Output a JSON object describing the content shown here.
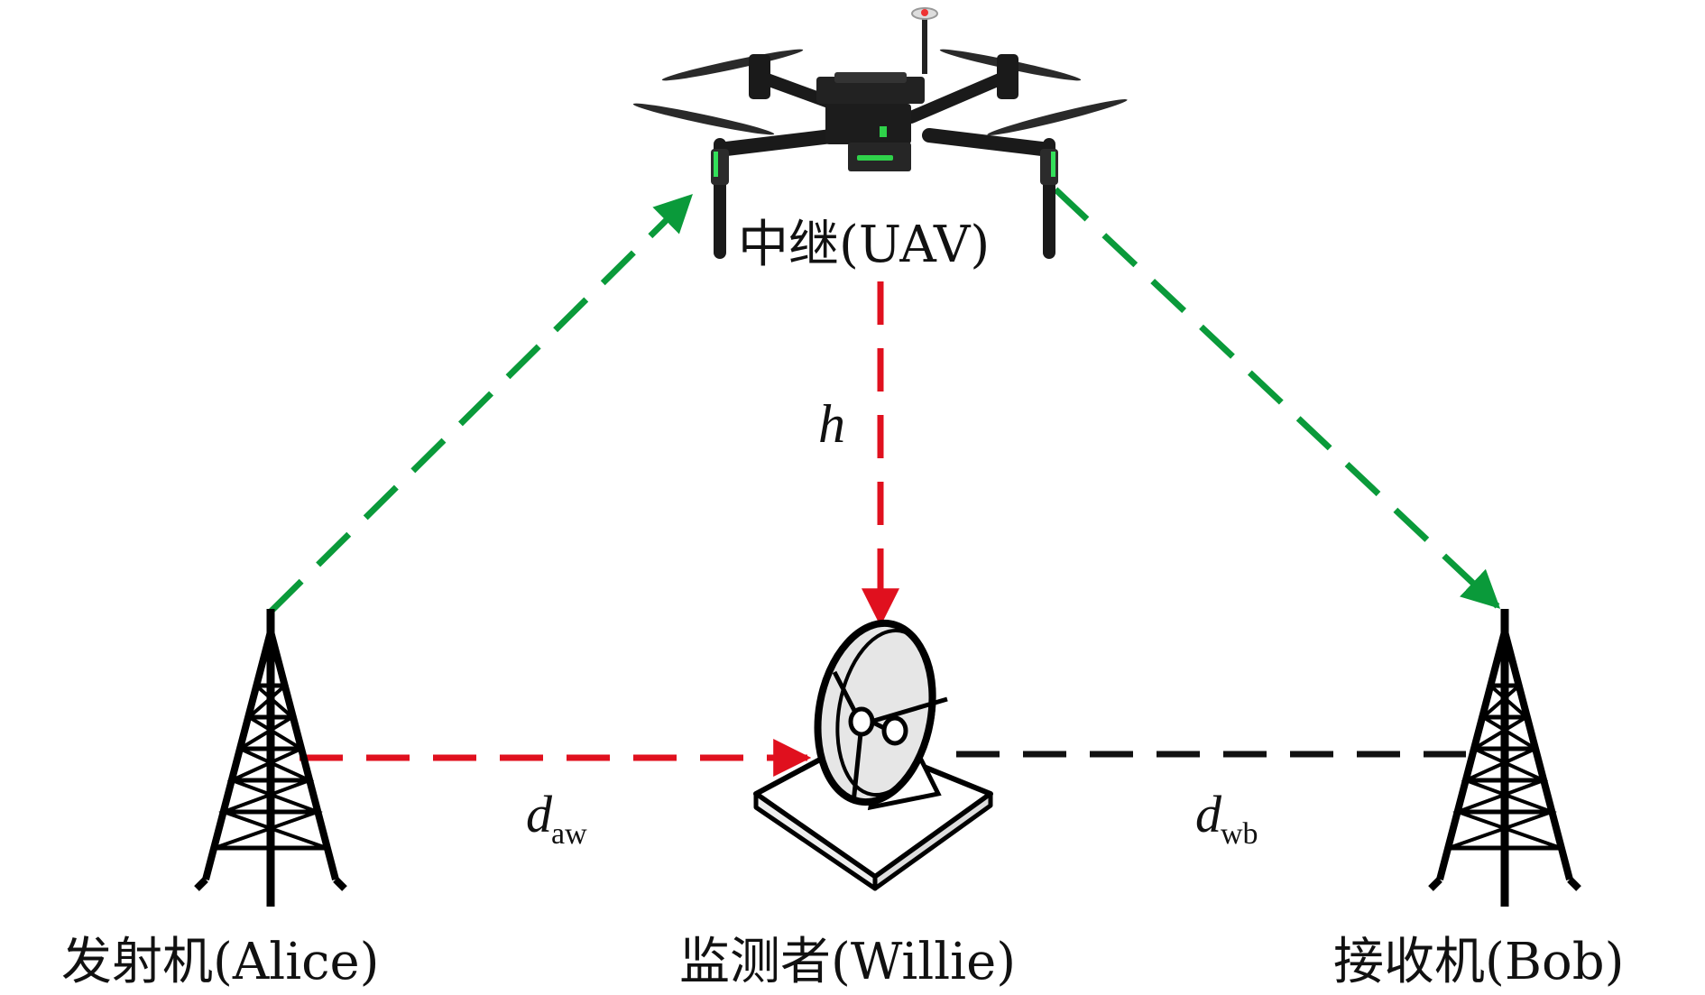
{
  "labels": {
    "uav": "中继(UAV)",
    "alice": "发射机(Alice)",
    "willie": "监测者(Willie)",
    "bob": "接收机(Bob)",
    "h": "h",
    "d_aw_main": "d",
    "d_aw_sub": "aw",
    "d_wb_main": "d",
    "d_wb_sub": "wb"
  },
  "icons": [
    "drone-icon",
    "transmit-tower-icon",
    "satellite-dish-icon",
    "receive-tower-icon"
  ],
  "colors": {
    "relay_link": "#0a9a3a",
    "warden_link": "#e0101e",
    "distance_link": "#111111"
  }
}
